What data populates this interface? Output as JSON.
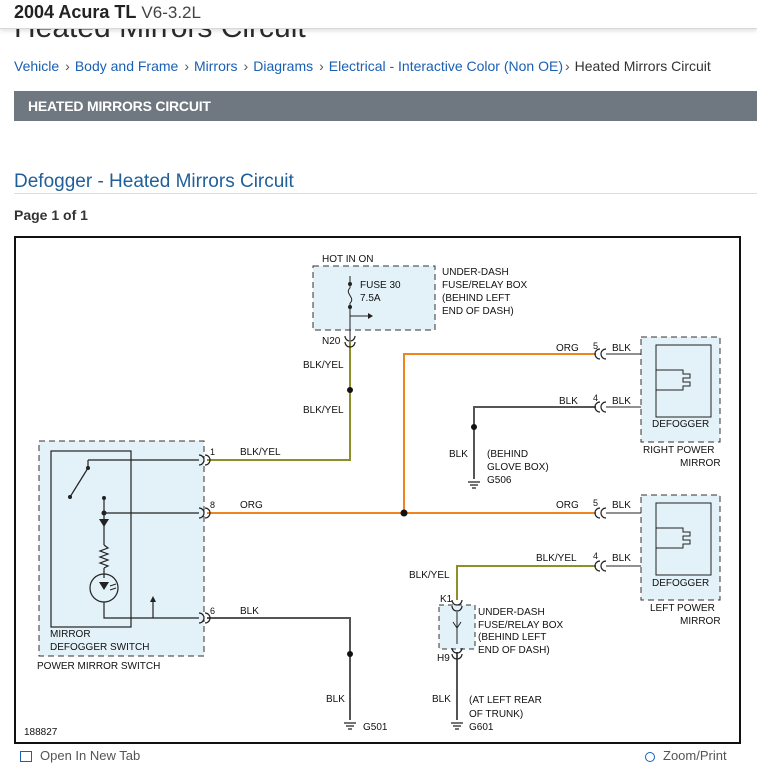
{
  "header": {
    "vehicle": "2004 Acura TL",
    "engine": "V6-3.2L",
    "ghost_title": "Heated Mirrors Circuit"
  },
  "breadcrumb": {
    "items": [
      "Vehicle",
      "Body and Frame",
      "Mirrors",
      "Diagrams",
      "Electrical - Interactive Color (Non OE)"
    ],
    "current": "Heated Mirrors Circuit"
  },
  "section": {
    "title": "HEATED MIRRORS CIRCUIT"
  },
  "content": {
    "subtitle": "Defogger - Heated Mirrors Circuit",
    "page_indicator": "Page 1 of 1"
  },
  "diagram": {
    "hot_in_on": "HOT IN ON",
    "fuse_label": "FUSE 30",
    "fuse_amp": "7.5A",
    "relay_box_top": [
      "UNDER-DASH",
      "FUSE/RELAY BOX",
      "(BEHIND LEFT",
      "END OF DASH)"
    ],
    "n20": "N20",
    "blk_yel_a": "BLK/YEL",
    "blk_yel_b": "BLK/YEL",
    "org_top": "ORG",
    "pin5_top": "5",
    "blk_r1": "BLK",
    "blk_r2a": "BLK",
    "pin4_top": "4",
    "blk_r2b": "BLK",
    "defogger_r": "DEFOGGER",
    "right_mirror": [
      "RIGHT POWER",
      "MIRROR"
    ],
    "blk_glove": "BLK",
    "glove_loc": [
      "(BEHIND",
      "GLOVE BOX)"
    ],
    "g506": "G506",
    "pin1": "1",
    "sw_blk_yel": "BLK/YEL",
    "pin8": "8",
    "sw_org": "ORG",
    "org_mid": "ORG",
    "pin5_bot": "5",
    "blk_l1": "BLK",
    "blk_yel_l": "BLK/YEL",
    "pin4_bot": "4",
    "blk_l2": "BLK",
    "defogger_l": "DEFOGGER",
    "left_mirror": [
      "LEFT POWER",
      "MIRROR"
    ],
    "blk_yel_k1": "BLK/YEL",
    "k1": "K1",
    "relay_box_bot": [
      "UNDER-DASH",
      "FUSE/RELAY BOX",
      "(BEHIND LEFT",
      "END OF DASH)"
    ],
    "h9": "H9",
    "pin6": "6",
    "sw_blk": "BLK",
    "mirror_defogger_switch": [
      "MIRROR",
      "DEFOGGER SWITCH"
    ],
    "power_mirror_switch": "POWER MIRROR SWITCH",
    "blk_g501": "BLK",
    "g501": "G501",
    "blk_g601": "BLK",
    "g601_loc": [
      "(AT LEFT REAR",
      "OF TRUNK)"
    ],
    "g601": "G601",
    "diagram_number": "188827",
    "colors": {
      "org": "#f0841e",
      "blk": "#555555",
      "blk_yel": "#8f8f2a",
      "box_fill": "#e3f1f9"
    }
  },
  "footer": {
    "open_new_tab": "Open In New Tab",
    "zoom_print": "Zoom/Print"
  }
}
